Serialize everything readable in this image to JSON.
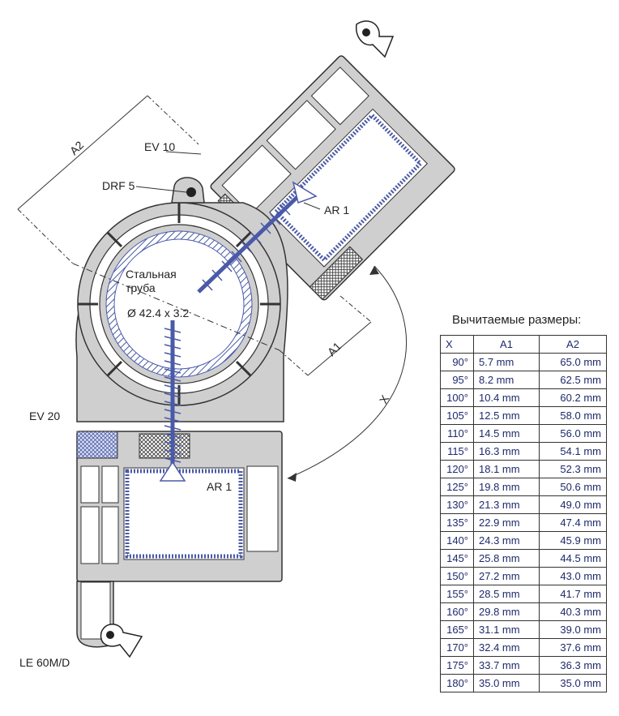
{
  "labels": {
    "ev10": "EV 10",
    "drf5": "DRF 5",
    "a2": "A2",
    "a1": "A1",
    "ar1_top": "AR 1",
    "ar1_bottom": "AR 1",
    "steel_tube_line1": "Стальная",
    "steel_tube_line2": "труба",
    "tube_size": "Ø 42.4 x 3.2",
    "angle_x": "X",
    "ev20": "EV 20",
    "profile": "LE 60M/D"
  },
  "table": {
    "title": "Вычитаемые размеры:",
    "headers": [
      "X",
      "A1",
      "A2"
    ],
    "rows": [
      [
        "90°",
        "5.7 mm",
        "65.0 mm"
      ],
      [
        "95°",
        "8.2 mm",
        "62.5 mm"
      ],
      [
        "100°",
        "10.4 mm",
        "60.2 mm"
      ],
      [
        "105°",
        "12.5 mm",
        "58.0 mm"
      ],
      [
        "110°",
        "14.5 mm",
        "56.0 mm"
      ],
      [
        "115°",
        "16.3 mm",
        "54.1 mm"
      ],
      [
        "120°",
        "18.1 mm",
        "52.3 mm"
      ],
      [
        "125°",
        "19.8 mm",
        "50.6 mm"
      ],
      [
        "130°",
        "21.3 mm",
        "49.0 mm"
      ],
      [
        "135°",
        "22.9 mm",
        "47.4 mm"
      ],
      [
        "140°",
        "24.3 mm",
        "45.9 mm"
      ],
      [
        "145°",
        "25.8 mm",
        "44.5 mm"
      ],
      [
        "150°",
        "27.2 mm",
        "43.0 mm"
      ],
      [
        "155°",
        "28.5 mm",
        "41.7 mm"
      ],
      [
        "160°",
        "29.8 mm",
        "40.3 mm"
      ],
      [
        "165°",
        "31.1 mm",
        "39.0 mm"
      ],
      [
        "170°",
        "32.4 mm",
        "37.6 mm"
      ],
      [
        "175°",
        "33.7 mm",
        "36.3 mm"
      ],
      [
        "180°",
        "35.0 mm",
        "35.0 mm"
      ]
    ]
  },
  "colors": {
    "profile_fill": "#cfcfcf",
    "profile_stroke": "#333333",
    "steel_hatch": "#4a5aa8",
    "screw": "#4a5aa8",
    "table_text": "#1f2a6b"
  }
}
